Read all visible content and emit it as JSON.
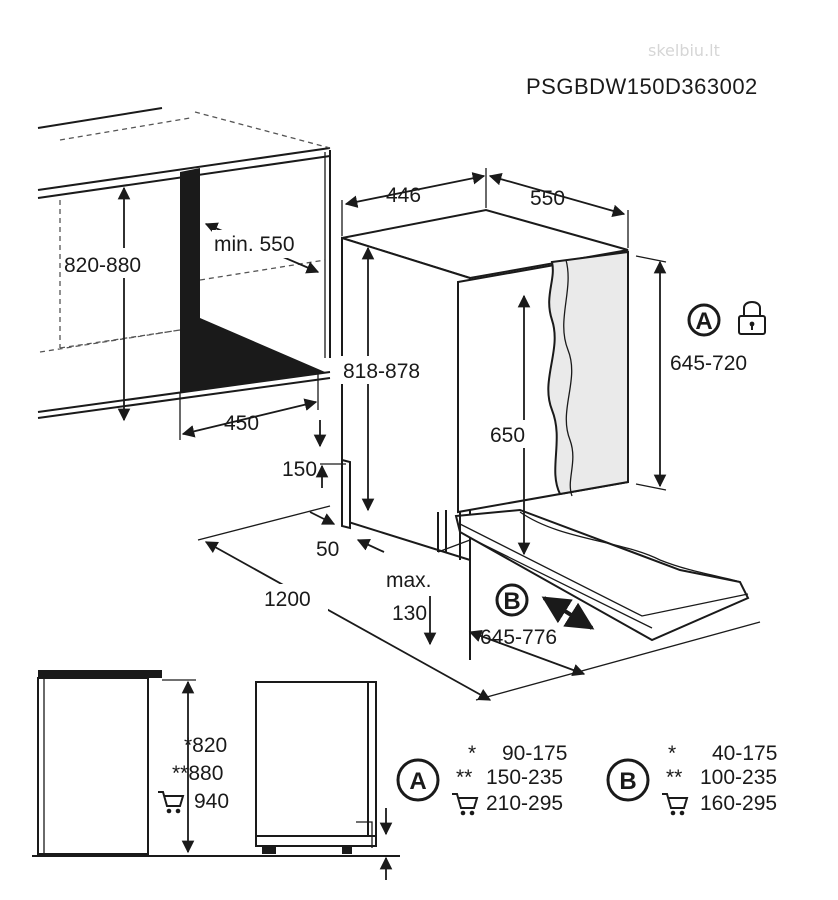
{
  "watermark": "skelbiu.lt",
  "model_code": "PSGBDW150D363002",
  "niche": {
    "height": "820-880",
    "min_depth": "min. 550",
    "width": "450"
  },
  "appliance": {
    "width": "446",
    "depth": "550",
    "height": "818-878",
    "door_height": "645-720",
    "inner_height": "650",
    "plinth_height": "150",
    "plinth_depth": "50",
    "door_opening": "1200",
    "max_label": "max.",
    "max_value": "130",
    "door_range": "645-776"
  },
  "markers": {
    "a": "A",
    "b": "B"
  },
  "side_heights": {
    "h1": "*820",
    "h2": "**880",
    "h3": "940"
  },
  "table_a": {
    "letter": "A",
    "rows": [
      {
        "mark": "*",
        "value": "90-175"
      },
      {
        "mark": "**",
        "value": "150-235"
      },
      {
        "mark": "",
        "value": "210-295"
      }
    ]
  },
  "table_b": {
    "letter": "B",
    "rows": [
      {
        "mark": "*",
        "value": "40-175"
      },
      {
        "mark": "**",
        "value": "100-235"
      },
      {
        "mark": "",
        "value": "160-295"
      }
    ]
  },
  "icons": [
    "lock-icon",
    "cart-icon"
  ]
}
